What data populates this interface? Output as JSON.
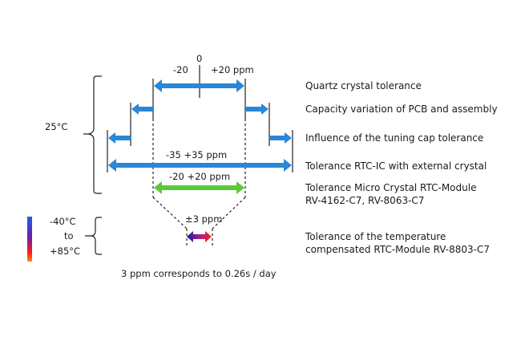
{
  "colors": {
    "blue_arrow": "#2a86d6",
    "green_arrow": "#5cc93b",
    "gradient_start": "#1f1fa8",
    "gradient_end": "#ff2a2a",
    "line": "#333333"
  },
  "top_scale": {
    "zero": "0",
    "minus": "-20",
    "plus": "+20 ppm"
  },
  "labels": {
    "rtc_ic_range": "-35  +35 ppm",
    "module_range": "-20  +20 ppm",
    "tcxo_range": "±3 ppm",
    "temp_25": "25°C",
    "temp_low": "-40°C",
    "temp_to": "to",
    "temp_high": "+85°C",
    "footnote": "3 ppm corresponds to 0.26s / day"
  },
  "descriptions": [
    {
      "text": "Quartz crystal tolerance"
    },
    {
      "text": "Capacity variation of  PCB and assembly"
    },
    {
      "text": "Influence of the tuning cap tolerance"
    },
    {
      "text": "Tolerance RTC-IC with external crystal"
    },
    {
      "text": "Tolerance Micro Crystal RTC-Module",
      "text2": "RV-4162-C7,  RV-8063-C7"
    },
    {
      "text": "Tolerance of the temperature",
      "text2": "compensated  RTC-Module  RV-8803-C7"
    }
  ],
  "tolerances_ppm": {
    "quartz_crystal": 20,
    "rtc_ic_external_crystal": 35,
    "micro_crystal_module": 20,
    "temperature_compensated_module": 3
  }
}
